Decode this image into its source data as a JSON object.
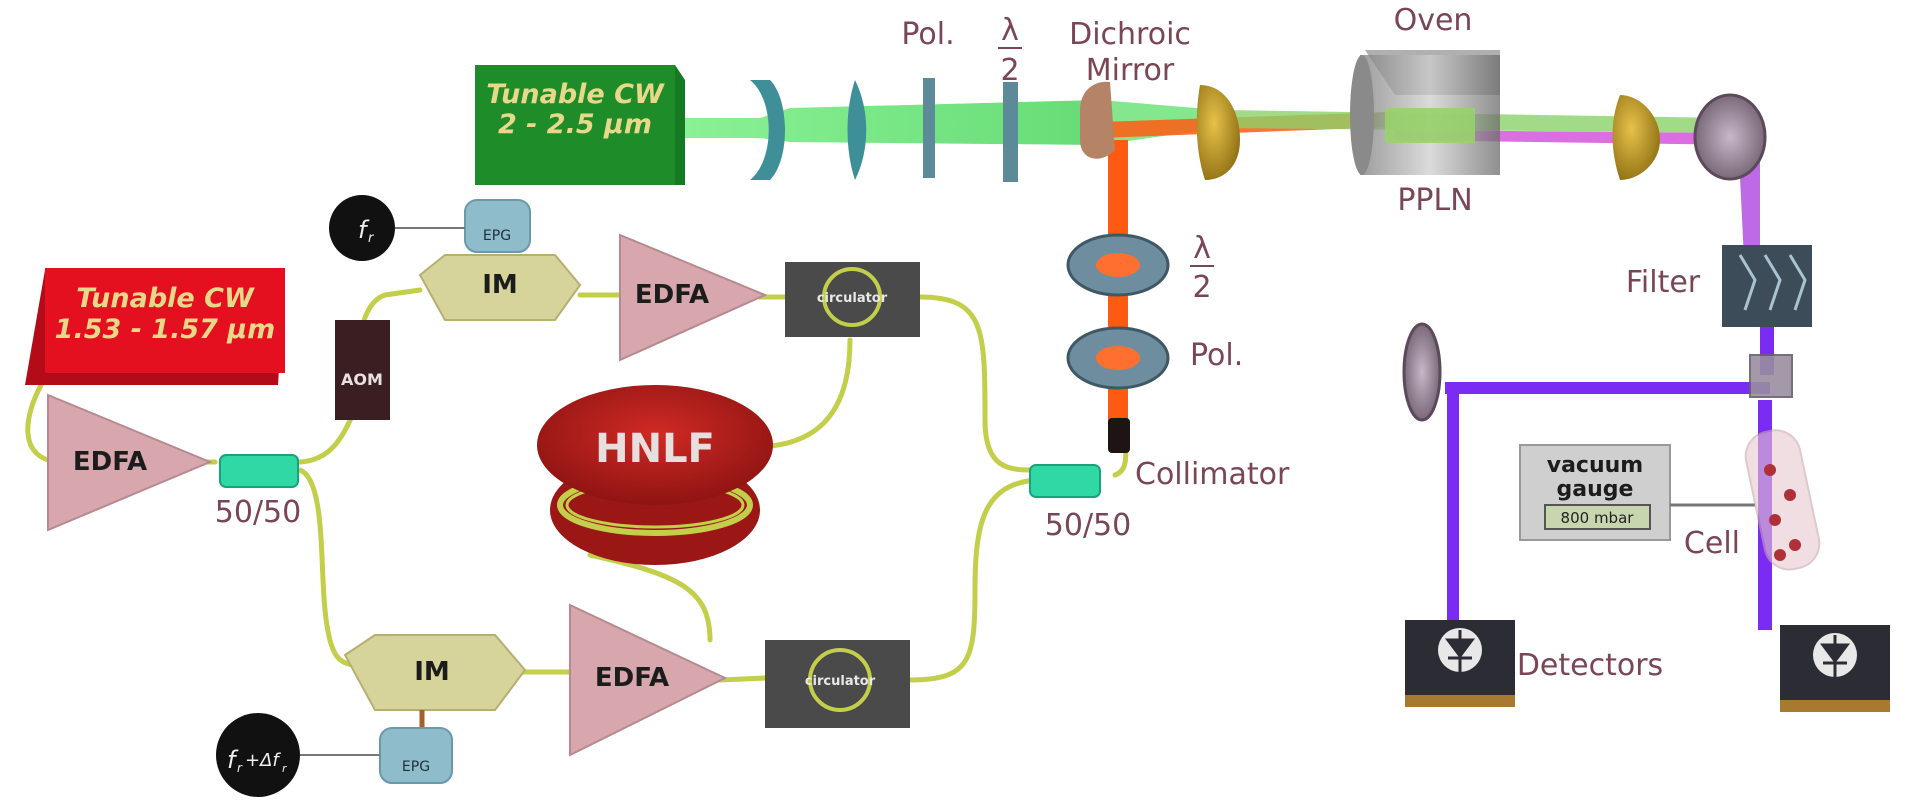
{
  "colors": {
    "label": "#7a4656",
    "fiber": "#c3cf4a",
    "green_beam": "#6fe37a",
    "orange_beam": "#ff5a12",
    "violet_beam": "#7a2cf2",
    "edfa": "#d7a7ad",
    "source_red": "#e4101f",
    "source_green": "#1f8c2a",
    "hnlf": "#b1201d",
    "circulator": "#4a4a4a"
  },
  "sources": {
    "mid_ir_line1": "Tunable CW",
    "mid_ir_line2": "2 - 2.5 μm",
    "telecom_line1": "Tunable CW",
    "telecom_line2": "1.53 - 1.57 μm"
  },
  "devices": {
    "edfa_main": "EDFA",
    "edfa_top": "EDFA",
    "edfa_bottom": "EDFA",
    "im_top": "IM",
    "im_bottom": "IM",
    "aom": "AOM",
    "circulator_top": "circulator",
    "circulator_bottom": "circulator",
    "hnlf": "HNLF",
    "epg_top": "EPG",
    "epg_bottom": "EPG",
    "freq_top_main": "f",
    "freq_top_sub": "r",
    "freq_bottom_main": "f",
    "freq_bottom_sub": "r",
    "freq_bottom_delta": "+Δf",
    "freq_bottom_delta_sub": "r"
  },
  "labels": {
    "splitter_left": "50/50",
    "splitter_right": "50/50",
    "pol_top": "Pol.",
    "halfwave_top_num": "λ",
    "halfwave_top_den": "2",
    "dichroic_line1": "Dichroic",
    "dichroic_line2": "Mirror",
    "oven": "Oven",
    "ppln": "PPLN",
    "halfwave_side_num": "λ",
    "halfwave_side_den": "2",
    "pol_side": "Pol.",
    "collimator": "Collimator",
    "filter": "Filter",
    "cell": "Cell",
    "detectors": "Detectors"
  },
  "vacuum_gauge": {
    "title_line1": "vacuum",
    "title_line2": "gauge",
    "reading": "800 mbar"
  }
}
